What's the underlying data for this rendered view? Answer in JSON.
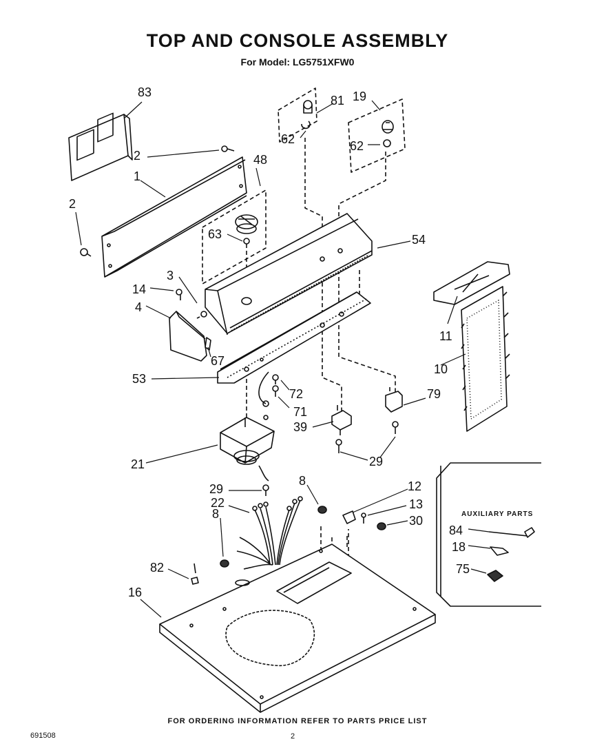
{
  "header": {
    "title": "TOP AND CONSOLE ASSEMBLY",
    "subtitle": "For Model: LG5751XFW0"
  },
  "callouts": [
    {
      "id": "c83",
      "text": "83"
    },
    {
      "id": "c81",
      "text": "81"
    },
    {
      "id": "c19",
      "text": "19"
    },
    {
      "id": "c62a",
      "text": "62"
    },
    {
      "id": "c62b",
      "text": "62"
    },
    {
      "id": "c2a",
      "text": "2"
    },
    {
      "id": "c48",
      "text": "48"
    },
    {
      "id": "c1",
      "text": "1"
    },
    {
      "id": "c2b",
      "text": "2"
    },
    {
      "id": "c63",
      "text": "63"
    },
    {
      "id": "c54",
      "text": "54"
    },
    {
      "id": "c3",
      "text": "3"
    },
    {
      "id": "c14",
      "text": "14"
    },
    {
      "id": "c4",
      "text": "4"
    },
    {
      "id": "c11",
      "text": "11"
    },
    {
      "id": "c67",
      "text": "67"
    },
    {
      "id": "c10",
      "text": "10"
    },
    {
      "id": "c53",
      "text": "53"
    },
    {
      "id": "c72",
      "text": "72"
    },
    {
      "id": "c79",
      "text": "79"
    },
    {
      "id": "c71",
      "text": "71"
    },
    {
      "id": "c39",
      "text": "39"
    },
    {
      "id": "c29a",
      "text": "29"
    },
    {
      "id": "c21",
      "text": "21"
    },
    {
      "id": "c12",
      "text": "12"
    },
    {
      "id": "c8a",
      "text": "8"
    },
    {
      "id": "c29b",
      "text": "29"
    },
    {
      "id": "c13",
      "text": "13"
    },
    {
      "id": "c22",
      "text": "22"
    },
    {
      "id": "c30",
      "text": "30"
    },
    {
      "id": "c8b",
      "text": "8"
    },
    {
      "id": "c84",
      "text": "84"
    },
    {
      "id": "c18",
      "text": "18"
    },
    {
      "id": "c82",
      "text": "82"
    },
    {
      "id": "c75",
      "text": "75"
    },
    {
      "id": "c16",
      "text": "16"
    }
  ],
  "auxiliary": {
    "label": "AUXILIARY PARTS"
  },
  "footer": {
    "ordering_note": "FOR ORDERING INFORMATION REFER TO PARTS PRICE LIST",
    "doc_number": "691508",
    "page_number": "2"
  }
}
